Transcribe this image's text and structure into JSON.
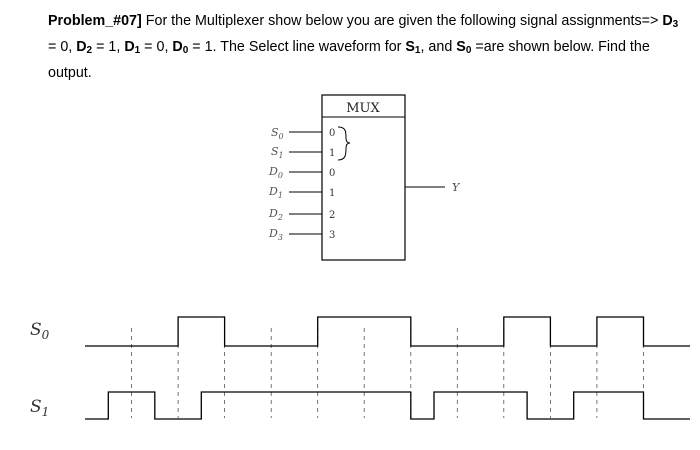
{
  "problem": {
    "label": "Problem_#07]",
    "intro": " For the Multiplexer show below you are given the following signal assignments=> ",
    "assignments": [
      {
        "name": "D",
        "sub": "3",
        "value": " = 0, "
      },
      {
        "name": "D",
        "sub": "2",
        "value": " = 1, "
      },
      {
        "name": "D",
        "sub": "1",
        "value": " = 0, "
      },
      {
        "name": "D",
        "sub": "0",
        "value": " = 1. "
      }
    ],
    "select_text_a": " The Select line waveform for ",
    "s1": {
      "name": "S",
      "sub": "1"
    },
    "select_text_b": ", and ",
    "s0": {
      "name": "S",
      "sub": "0"
    },
    "select_text_c": " =are shown below.  Find the output."
  },
  "mux": {
    "title": "MUX",
    "inputs": [
      {
        "name": "S",
        "sub": "0",
        "pin": "0"
      },
      {
        "name": "S",
        "sub": "1",
        "pin": "1"
      },
      {
        "name": "D",
        "sub": "0",
        "pin": "0"
      },
      {
        "name": "D",
        "sub": "1",
        "pin": "1"
      },
      {
        "name": "D",
        "sub": "2",
        "pin": "2"
      },
      {
        "name": "D",
        "sub": "3",
        "pin": "3"
      }
    ],
    "output_label": "Y"
  },
  "waveforms": {
    "s0": {
      "name": "S",
      "sub": "0",
      "levels": [
        0,
        0,
        0,
        0,
        1,
        1,
        0,
        0,
        0,
        0,
        1,
        1,
        1,
        1,
        0,
        0,
        0,
        0,
        1,
        1,
        0,
        0,
        1,
        1,
        0,
        0
      ]
    },
    "s1": {
      "name": "S",
      "sub": "1",
      "levels": [
        0,
        1,
        1,
        0,
        0,
        1,
        1,
        1,
        1,
        1,
        1,
        1,
        1,
        1,
        0,
        1,
        1,
        1,
        1,
        0,
        0,
        1,
        1,
        1,
        0,
        0
      ]
    }
  },
  "colors": {
    "line": "#000000",
    "dashed": "#555555",
    "box": "#000000"
  }
}
